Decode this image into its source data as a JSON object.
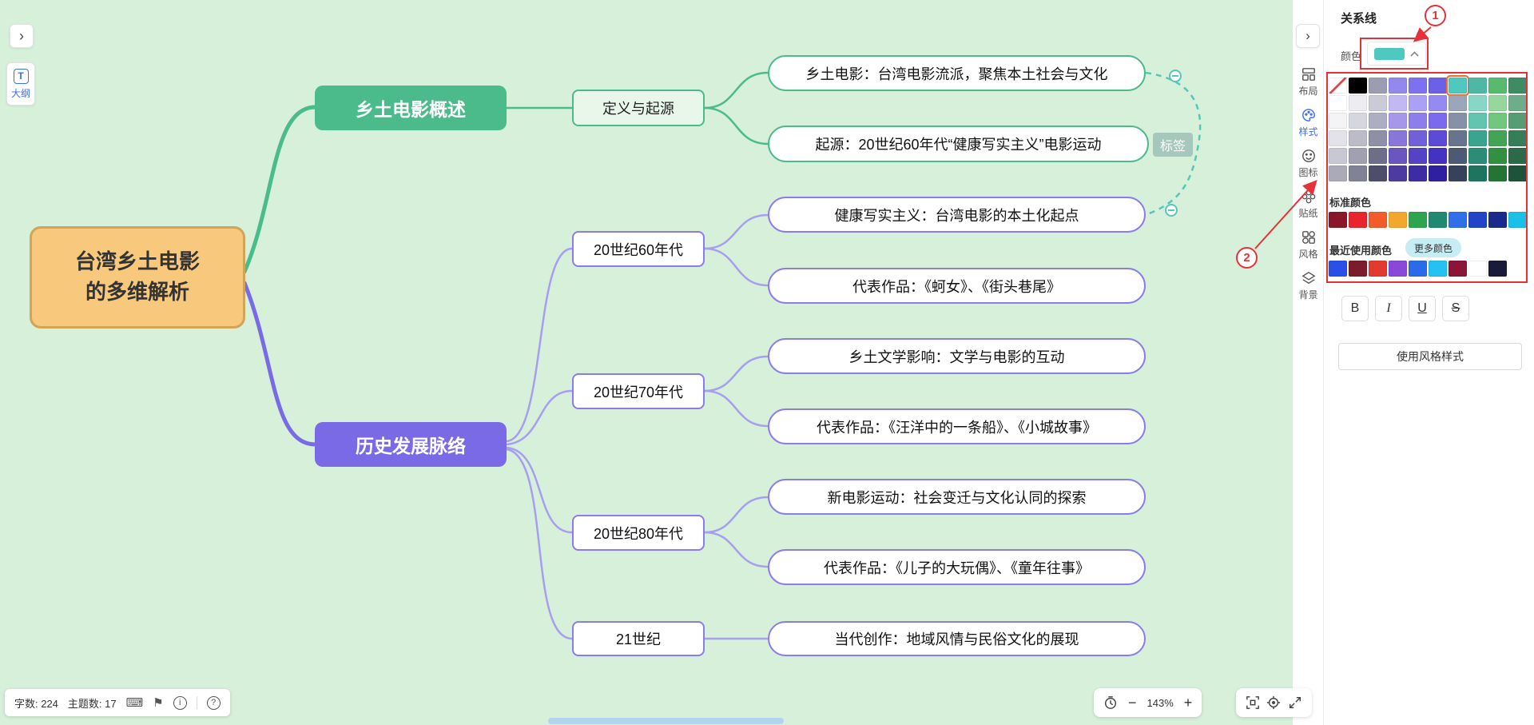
{
  "mindmap": {
    "root": {
      "label": "台湾乡土电影\n的多维解析"
    },
    "branch1": {
      "label": "乡土电影概述",
      "sub": {
        "label": "定义与起源"
      },
      "leaf1": {
        "label": "乡土电影：台湾电影流派，聚焦本土社会与文化"
      },
      "leaf2": {
        "label": "起源：20世纪60年代“健康写实主义”电影运动"
      }
    },
    "branch2": {
      "label": "历史发展脉络",
      "sub1": {
        "label": "20世纪60年代"
      },
      "sub1_leaf1": {
        "label": "健康写实主义：台湾电影的本土化起点"
      },
      "sub1_leaf2": {
        "label": "代表作品：《蚵女》、《街头巷尾》"
      },
      "sub2": {
        "label": "20世纪70年代"
      },
      "sub2_leaf1": {
        "label": "乡土文学影响：文学与电影的互动"
      },
      "sub2_leaf2": {
        "label": "代表作品：《汪洋中的一条船》、《小城故事》"
      },
      "sub3": {
        "label": "20世纪80年代"
      },
      "sub3_leaf1": {
        "label": "新电影运动：社会变迁与文化认同的探索"
      },
      "sub3_leaf2": {
        "label": "代表作品：《儿子的大玩偶》、《童年往事》"
      },
      "sub4": {
        "label": "21世纪"
      },
      "sub4_leaf": {
        "label": "当代创作：地域风情与民俗文化的展现"
      }
    },
    "relation": {
      "label": "标签"
    }
  },
  "outline_button": {
    "label": "大纲",
    "icon_letter": "T"
  },
  "icons": {
    "canvas_collapse": "›",
    "panel_collapse": "›",
    "minus": "−",
    "plus": "+",
    "keyboard": "⌨",
    "flag": "⚑",
    "info": "i",
    "help": "?"
  },
  "statusbar": {
    "word_count": "字数: 224",
    "topic_count": "主题数: 17"
  },
  "zoombar": {
    "level": "143%"
  },
  "toolbar": {
    "items": [
      {
        "label": "布局"
      },
      {
        "label": "样式",
        "active": true
      },
      {
        "label": "图标"
      },
      {
        "label": "贴纸"
      },
      {
        "label": "风格"
      },
      {
        "label": "背景"
      }
    ]
  },
  "panel": {
    "title": "关系线",
    "color_label": "颜色",
    "standard_label": "标准颜色",
    "recent_label": "最近使用颜色",
    "more_button": "更多颜色",
    "apply_button": "使用风格样式",
    "format_buttons": [
      "B",
      "I",
      "U",
      "S"
    ],
    "current_color": "#4fc8c0",
    "selected_cell": {
      "row": 0,
      "col": 6
    },
    "palette": [
      [
        "transparent",
        "#000000",
        "#9d9db2",
        "#9388ec",
        "#7d71f0",
        "#6c5fe8",
        "#4fc8c0",
        "#4fb8a5",
        "#58ba6d",
        "#3f8c64"
      ],
      [
        "#ffffff",
        "#ececf1",
        "#cbcbd8",
        "#c2b8f4",
        "#aaa0f4",
        "#948af2",
        "#9ca6ba",
        "#88d6c5",
        "#96d89c",
        "#6ead8a"
      ],
      [
        "#f4f4f6",
        "#d6d6de",
        "#aeaec2",
        "#a697ea",
        "#8e7eec",
        "#7c6aee",
        "#8691a8",
        "#63c4b0",
        "#72c77e",
        "#579c74"
      ],
      [
        "#e2e2e8",
        "#bcbcc8",
        "#8f8fa6",
        "#8877d8",
        "#7060da",
        "#5c4ad8",
        "#67748e",
        "#3ba48e",
        "#44a455",
        "#357e58"
      ],
      [
        "#c8c8d2",
        "#a0a0b0",
        "#6e6e88",
        "#6a56c0",
        "#5443c4",
        "#4433c0",
        "#4d5a74",
        "#2c8c76",
        "#339040",
        "#2a6a48"
      ],
      [
        "#aaaab8",
        "#828296",
        "#4e4e6a",
        "#4e3ba2",
        "#3d2ca4",
        "#2f20a2",
        "#36425c",
        "#1f7460",
        "#247434",
        "#1e523a"
      ]
    ],
    "standard_colors": [
      "#8a1729",
      "#e8252d",
      "#f25c2a",
      "#f2a72e",
      "#2da44e",
      "#1f8a70",
      "#2f6fe8",
      "#2244c8",
      "#1a2a8a",
      "#19c0e8"
    ],
    "recent_colors": [
      "#2b50e8",
      "#7c1c2a",
      "#e23a2e",
      "#8a48d8",
      "#2b6be8",
      "#24c2f0",
      "#8a1538",
      "#ffffff",
      "#1a1a3a"
    ]
  },
  "annotations": {
    "step1": "1",
    "step2": "2"
  },
  "colors": {
    "canvas_bg": "#d7f0da",
    "branch_green": "#4cbb8c",
    "branch_purple": "#7b6ae5",
    "root_fill": "#f8c87c",
    "relation_line": "#57c6b9",
    "accent_blue": "#3b6ef5",
    "annotation_red": "#e53238"
  }
}
